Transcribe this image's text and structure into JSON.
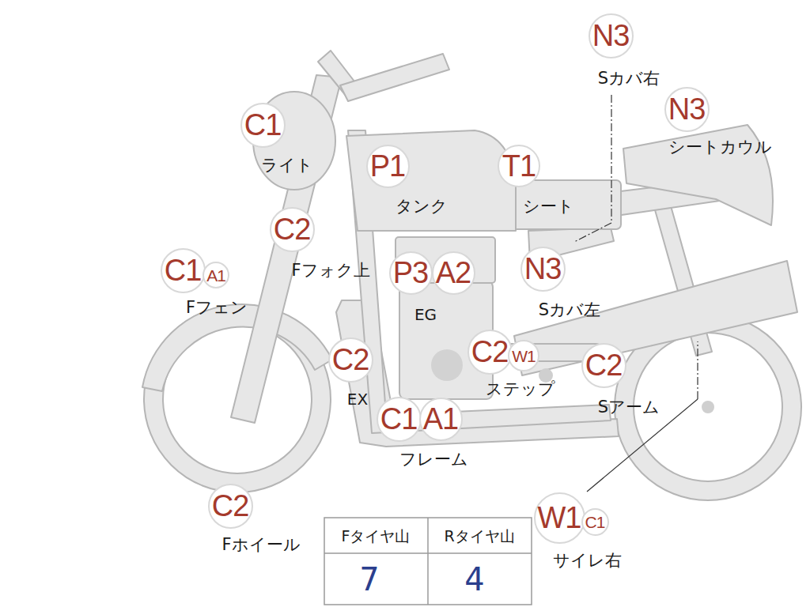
{
  "diagram": {
    "nodes": [
      {
        "text": [
          "N3"
        ]
      },
      {
        "text": [
          "C1"
        ]
      },
      {
        "text": [
          "N3"
        ]
      },
      {
        "text": [
          "P1"
        ]
      },
      {
        "text": [
          "T1"
        ]
      },
      {
        "text": [
          "C2"
        ]
      },
      {
        "text": [
          "C1"
        ]
      },
      {
        "text": [
          "A1"
        ]
      },
      {
        "text": [
          "P3"
        ]
      },
      {
        "text": [
          "A2"
        ]
      },
      {
        "text": [
          "N3"
        ]
      },
      {
        "text": [
          "C2"
        ]
      },
      {
        "text": [
          "C2"
        ]
      },
      {
        "text": [
          "W1"
        ]
      },
      {
        "text": [
          "C2"
        ]
      },
      {
        "text": [
          "C1"
        ]
      },
      {
        "text": [
          "A1"
        ]
      },
      {
        "text": [
          "C2"
        ]
      },
      {
        "text": [
          "W1"
        ]
      },
      {
        "text": [
          "C1"
        ]
      }
    ],
    "labels": [
      "Sカバ右",
      "シートカウル",
      "ライト",
      "タンク",
      "シート",
      "Fフォク上",
      "Fフェン",
      "EG",
      "Sカバ左",
      "EX",
      "ステップ",
      "Sアーム",
      "フレーム",
      "Fホイール",
      "サイレ右",
      "Fタイヤ山",
      "Rタイヤ山",
      "7",
      "4"
    ]
  }
}
